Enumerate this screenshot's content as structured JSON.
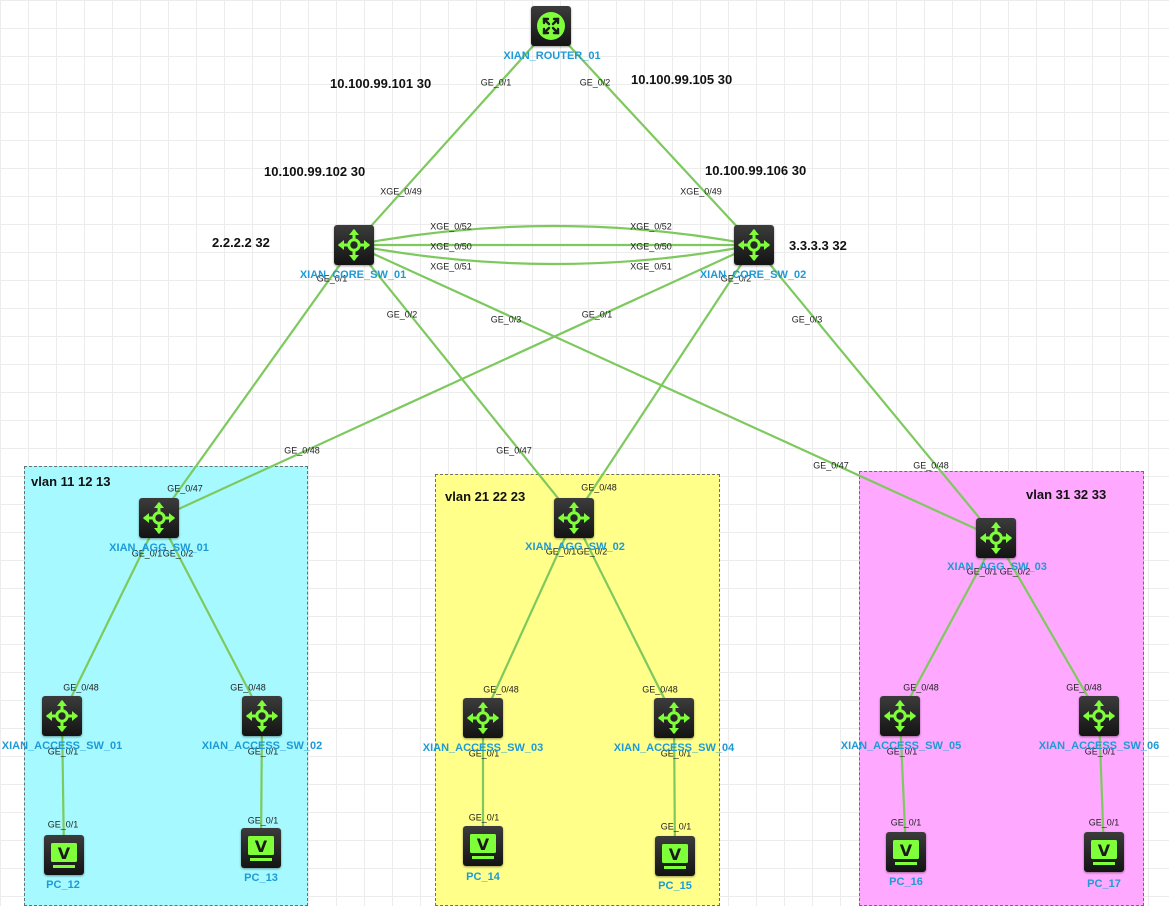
{
  "zones": [
    {
      "id": "zone-1",
      "label": "vlan 11 12 13",
      "color": "#a6faff"
    },
    {
      "id": "zone-2",
      "label": "vlan 21 22 23",
      "color": "#ffff8a"
    },
    {
      "id": "zone-3",
      "label": "vlan 31 32 33",
      "color": "#ffa8ff"
    }
  ],
  "nodes": [
    {
      "id": "router",
      "label": "XIAN_ROUTER_01",
      "kind": "router"
    },
    {
      "id": "core1",
      "label": "XIAN_CORE_SW_01",
      "kind": "switch"
    },
    {
      "id": "core2",
      "label": "XIAN_CORE_SW_02",
      "kind": "switch"
    },
    {
      "id": "agg1",
      "label": "XIAN_AGG_SW_01",
      "kind": "switch"
    },
    {
      "id": "agg2",
      "label": "XIAN_AGG_SW_02",
      "kind": "switch"
    },
    {
      "id": "agg3",
      "label": "XIAN_AGG_SW_03",
      "kind": "switch"
    },
    {
      "id": "acc1",
      "label": "XIAN_ACCESS_SW_01",
      "kind": "switch"
    },
    {
      "id": "acc2",
      "label": "XIAN_ACCESS_SW_02",
      "kind": "switch"
    },
    {
      "id": "acc3",
      "label": "XIAN_ACCESS_SW_03",
      "kind": "switch"
    },
    {
      "id": "acc4",
      "label": "XIAN_ACCESS_SW_04",
      "kind": "switch"
    },
    {
      "id": "acc5",
      "label": "XIAN_ACCESS_SW_05",
      "kind": "switch"
    },
    {
      "id": "acc6",
      "label": "XIAN_ACCESS_SW_06",
      "kind": "switch"
    },
    {
      "id": "pc12",
      "label": "PC_12",
      "kind": "pc"
    },
    {
      "id": "pc13",
      "label": "PC_13",
      "kind": "pc"
    },
    {
      "id": "pc14",
      "label": "PC_14",
      "kind": "pc"
    },
    {
      "id": "pc15",
      "label": "PC_15",
      "kind": "pc"
    },
    {
      "id": "pc16",
      "label": "PC_16",
      "kind": "pc"
    },
    {
      "id": "pc17",
      "label": "PC_17",
      "kind": "pc"
    }
  ],
  "links": [
    {
      "from": "router",
      "to": "core1",
      "from_port": "GE_0/1",
      "to_port": "XGE_0/49"
    },
    {
      "from": "router",
      "to": "core2",
      "from_port": "GE_0/2",
      "to_port": "XGE_0/49"
    },
    {
      "from": "core1",
      "to": "core2",
      "from_port": "XGE_0/52",
      "to_port": "XGE_0/52"
    },
    {
      "from": "core1",
      "to": "core2",
      "from_port": "XGE_0/50",
      "to_port": "XGE_0/50"
    },
    {
      "from": "core1",
      "to": "core2",
      "from_port": "XGE_0/51",
      "to_port": "XGE_0/51"
    },
    {
      "from": "core1",
      "to": "agg1",
      "from_port": "GE_0/1",
      "to_port": "GE_0/47"
    },
    {
      "from": "core1",
      "to": "agg2",
      "from_port": "GE_0/2",
      "to_port": "GE_0/47"
    },
    {
      "from": "core1",
      "to": "agg3",
      "from_port": "GE_0/3",
      "to_port": "GE_0/47"
    },
    {
      "from": "core2",
      "to": "agg1",
      "from_port": "GE_0/1",
      "to_port": "GE_0/48"
    },
    {
      "from": "core2",
      "to": "agg2",
      "from_port": "GE_0/2",
      "to_port": "GE_0/48"
    },
    {
      "from": "core2",
      "to": "agg3",
      "from_port": "GE_0/3",
      "to_port": "GE_0/48"
    },
    {
      "from": "agg1",
      "to": "acc1",
      "from_port": "GE_0/1",
      "to_port": "GE_0/48"
    },
    {
      "from": "agg1",
      "to": "acc2",
      "from_port": "GE_0/2",
      "to_port": "GE_0/48"
    },
    {
      "from": "agg2",
      "to": "acc3",
      "from_port": "GE_0/1",
      "to_port": "GE_0/48"
    },
    {
      "from": "agg2",
      "to": "acc4",
      "from_port": "GE_0/2",
      "to_port": "GE_0/48"
    },
    {
      "from": "agg3",
      "to": "acc5",
      "from_port": "GE_0/1",
      "to_port": "GE_0/48"
    },
    {
      "from": "agg3",
      "to": "acc6",
      "from_port": "GE_0/2",
      "to_port": "GE_0/48"
    },
    {
      "from": "acc1",
      "to": "pc12",
      "from_port": "GE_0/1",
      "to_port": "GE_0/1"
    },
    {
      "from": "acc2",
      "to": "pc13",
      "from_port": "GE_0/1",
      "to_port": "GE_0/1"
    },
    {
      "from": "acc3",
      "to": "pc14",
      "from_port": "GE_0/1",
      "to_port": "GE_0/1"
    },
    {
      "from": "acc4",
      "to": "pc15",
      "from_port": "GE_0/1",
      "to_port": "GE_0/1"
    },
    {
      "from": "acc5",
      "to": "pc16",
      "from_port": "GE_0/1",
      "to_port": "GE_0/1"
    },
    {
      "from": "acc6",
      "to": "pc17",
      "from_port": "GE_0/1",
      "to_port": "GE_0/1"
    }
  ],
  "ip_labels": [
    {
      "id": "ip-router-core1-router",
      "text": "10.100.99.101 30"
    },
    {
      "id": "ip-router-core2-router",
      "text": "10.100.99.105 30"
    },
    {
      "id": "ip-router-core1-core",
      "text": "10.100.99.102 30"
    },
    {
      "id": "ip-router-core2-core",
      "text": "10.100.99.106 30"
    },
    {
      "id": "ip-core1-loopback",
      "text": "2.2.2.2 32"
    },
    {
      "id": "ip-core2-loopback",
      "text": "3.3.3.3 32"
    }
  ],
  "colors": {
    "link": "#7dc95e",
    "node_label": "#1e9ad6",
    "icon": "#7fff3a"
  }
}
